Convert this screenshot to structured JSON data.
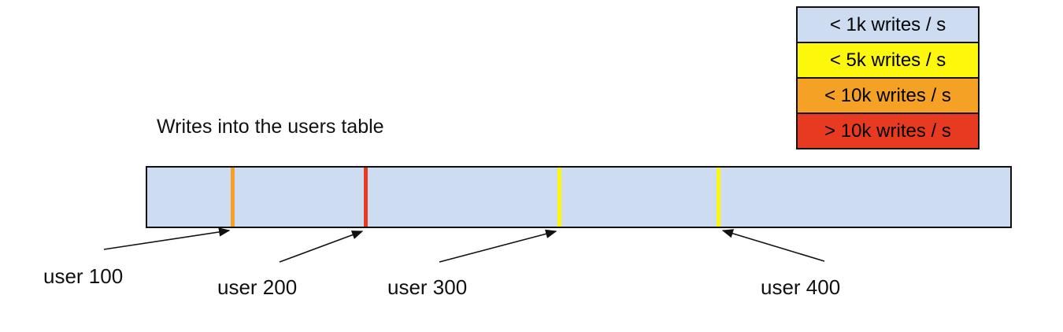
{
  "title": "Writes into the users table",
  "legend": {
    "items": [
      {
        "label": "< 1k writes / s",
        "color": "#cddcf1"
      },
      {
        "label": "< 5k writes / s",
        "color": "#fdf70c"
      },
      {
        "label": "< 10k writes / s",
        "color": "#f4a125"
      },
      {
        "label": "> 10k writes / s",
        "color": "#e83a21"
      }
    ]
  },
  "table_bar": {
    "fill": "#cddcf1",
    "markers": [
      {
        "user": "user 100",
        "rate": "< 10k writes / s",
        "color": "#f4a125",
        "x_pct": 9.64
      },
      {
        "user": "user 200",
        "rate": "> 10k writes / s",
        "color": "#e83a21",
        "x_pct": 25.09
      },
      {
        "user": "user 300",
        "rate": "< 5k writes / s",
        "color": "#fdf70c",
        "x_pct": 47.55
      },
      {
        "user": "user 400",
        "rate": "< 5k writes / s",
        "color": "#fdf70c",
        "x_pct": 66.0
      }
    ]
  },
  "callouts": [
    {
      "label": "user 100"
    },
    {
      "label": "user 200"
    },
    {
      "label": "user 300"
    },
    {
      "label": "user 400"
    }
  ]
}
